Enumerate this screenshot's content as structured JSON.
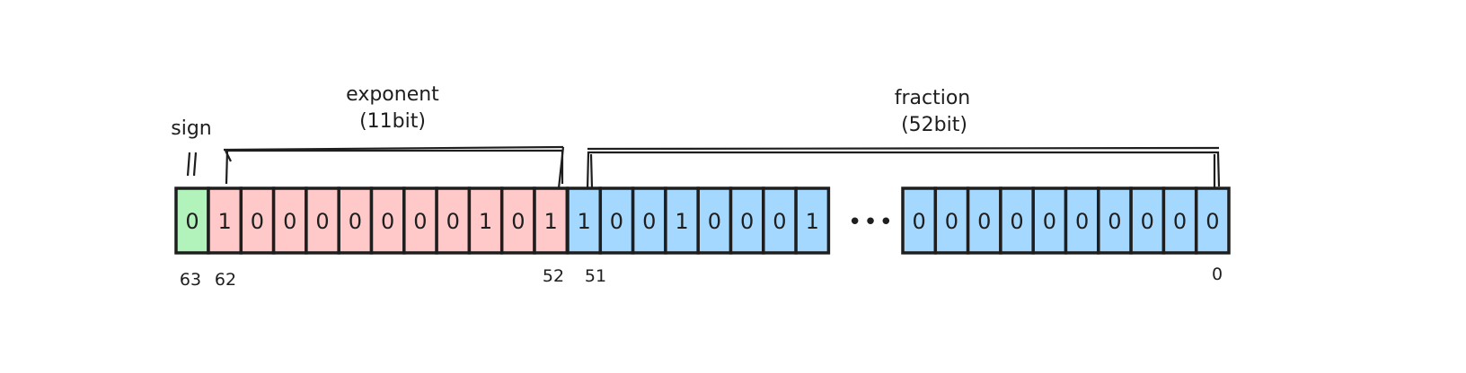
{
  "labels": {
    "sign": "sign",
    "exponent": "exponent",
    "exponent_bits": "(11bit)",
    "fraction": "fraction",
    "fraction_bits": "(52bit)",
    "ellipsis": "•••"
  },
  "colors": {
    "sign": "#b2f2bb",
    "exponent": "#ffc9c9",
    "fraction": "#a5d8ff"
  },
  "bits": {
    "sign": [
      "0"
    ],
    "exponent": [
      "1",
      "0",
      "0",
      "0",
      "0",
      "0",
      "0",
      "0",
      "1",
      "0",
      "1"
    ],
    "fraction_head": [
      "1",
      "0",
      "0",
      "1",
      "0",
      "0",
      "0",
      "1"
    ],
    "fraction_tail": [
      "0",
      "0",
      "0",
      "0",
      "0",
      "0",
      "0",
      "0",
      "0",
      "0"
    ]
  },
  "indices": {
    "i63": "63",
    "i62": "62",
    "i52": "52",
    "i51": "51",
    "i0": "0"
  }
}
